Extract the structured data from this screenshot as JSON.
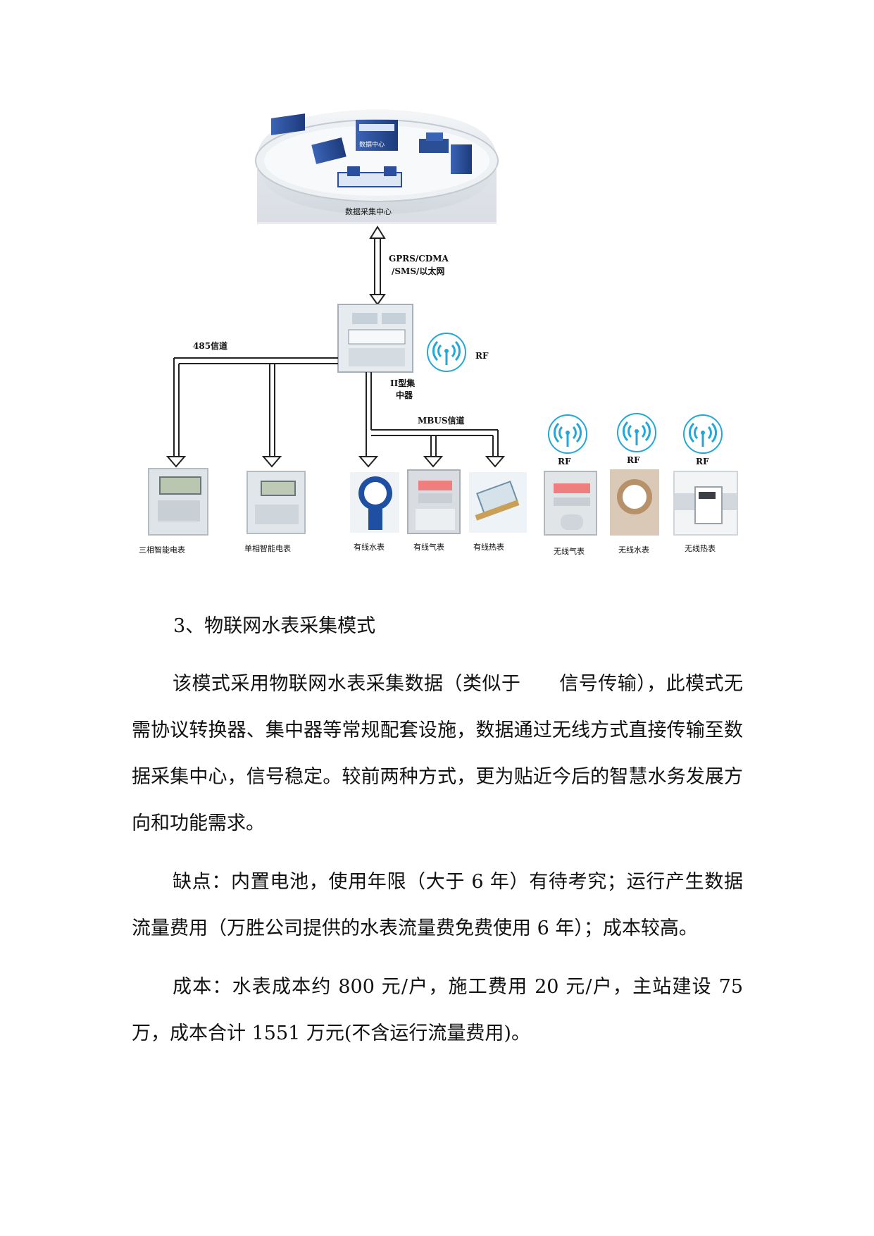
{
  "diagram": {
    "data_center_cloud_label": "数据采集中心",
    "data_center_building_label": "数据中心",
    "uplink_label_line1": "GPRS/CDMA",
    "uplink_label_line2": "/SMS/以太网",
    "concentrator_label_line1": "II型集",
    "concentrator_label_line2": "中器",
    "channel_485_label": "485信道",
    "mbus_channel_label": "MBUS信道",
    "rf_labels": [
      "RF",
      "RF",
      "RF",
      "RF"
    ],
    "devices": [
      {
        "label": "三相智能电表"
      },
      {
        "label": "单相智能电表"
      },
      {
        "label": "有线水表"
      },
      {
        "label": "有线气表"
      },
      {
        "label": "有线热表"
      },
      {
        "label": "无线气表"
      },
      {
        "label": "无线水表"
      },
      {
        "label": "无线热表"
      }
    ]
  },
  "section": {
    "heading": "3、物联网水表采集模式",
    "paragraphs": [
      "该模式采用物联网水表采集数据（类似于　　信号传输），此模式无需协议转换器、集中器等常规配套设施，数据通过无线方式直接传输至数据采集中心，信号稳定。较前两种方式，更为贴近今后的智慧水务发展方向和功能需求。",
      "缺点：内置电池，使用年限（大于 6 年）有待考究；运行产生数据流量费用（万胜公司提供的水表流量费免费使用 6 年）；成本较高。",
      "成本：水表成本约 800 元/户，施工费用 20 元/户，主站建设 75 万，成本合计 1551 万元(不含运行流量费用)。"
    ]
  },
  "colors": {
    "rf_blue": "#23a7d6",
    "server_blue": "#2b4f9e",
    "cloud_gray": "#d8dde3"
  }
}
